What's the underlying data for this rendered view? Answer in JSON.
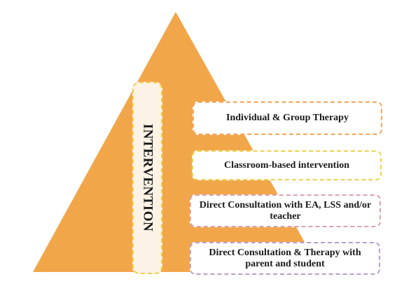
{
  "diagram": {
    "vertical_label": "INTERVENTION",
    "tiers": [
      {
        "label": "Individual  & Group Therapy"
      },
      {
        "label": "Classroom-based intervention"
      },
      {
        "label": "Direct Consultation with EA, LSS and/or teacher"
      },
      {
        "label": "Direct Consultation & Therapy with parent and student"
      }
    ],
    "colors": {
      "pyramid_fill": "#f2a64a",
      "vertical_box_fill": "#fdf2e6",
      "vertical_box_border": "#f0d048",
      "tier_1_border": "#f2a65a",
      "tier_2_border": "#ecd24e",
      "tier_3_border": "#d9a2ac",
      "tier_4_border": "#b89ccc"
    }
  }
}
